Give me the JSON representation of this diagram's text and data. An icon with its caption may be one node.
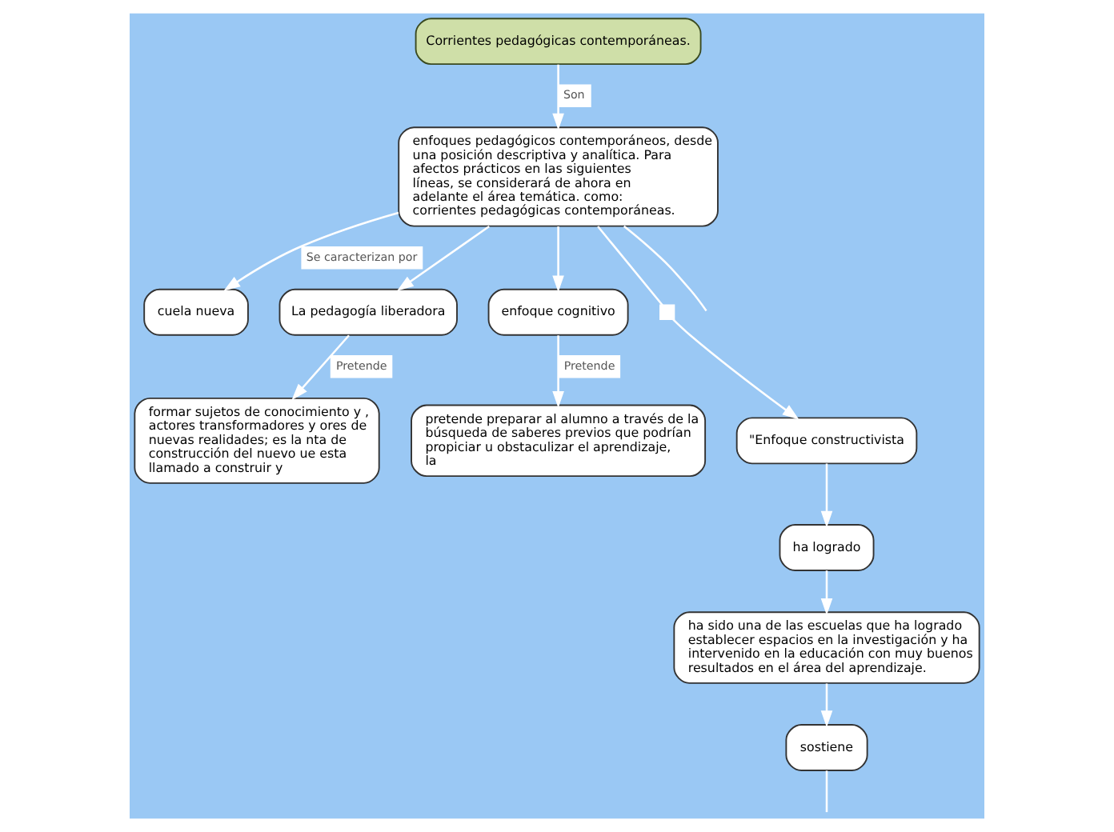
{
  "diagram": {
    "nodes": [
      {
        "text": [
          "Corrientes pedagógicas contemporáneas."
        ]
      },
      {
        "text": [
          "enfoques pedagógicos contemporáneos, desde una posición descriptiva y analítica. Para afectos prácticos en las siguientes líneas, se considerará de ahora en adelante el área temática. como: corrientes pedagógicas contemporáneas."
        ]
      },
      {
        "text": [
          "cuela nueva"
        ]
      },
      {
        "text": [
          "La pedagogía liberadora"
        ]
      },
      {
        "text": [
          "formar sujetos de conocimiento y , actores transformadores y ores de nuevas realidades; es la nta de construcción del nuevo ue esta llamado a construir y"
        ]
      },
      {
        "text": [
          "enfoque cognitivo"
        ]
      },
      {
        "text": [
          "pretende preparar al alumno a través de la búsqueda de saberes previos que podrían propiciar u obstaculizar el aprendizaje, la"
        ]
      },
      {
        "text": [],
        "shape": "box"
      },
      {
        "text": [
          "\"Enfoque constructivista"
        ]
      },
      {
        "text": [
          "ha logrado"
        ]
      },
      {
        "text": [
          "ha sido una de las escuelas que ha logrado establecer espacios en la investigación y ha intervenido en la educación con muy buenos resultados en el área del aprendizaje."
        ]
      },
      {
        "text": [
          "sostiene"
        ]
      }
    ],
    "edges": [
      {
        "from": 0,
        "to": 1,
        "arrow": "to",
        "label": "Son"
      },
      {
        "from": 1,
        "to": 2,
        "arrow": "to",
        "label": "Se caracterizan por"
      },
      {
        "from": 1,
        "to": 3,
        "arrow": "to"
      },
      {
        "from": 3,
        "to": 4,
        "arrow": "to",
        "label": "Pretende"
      },
      {
        "from": 1,
        "to": 5,
        "arrow": "to"
      },
      {
        "from": 5,
        "to": 6,
        "arrow": "to",
        "label": "Pretende"
      },
      {
        "from": 1,
        "to": 7,
        "arrow": "none"
      },
      {
        "from": 7,
        "to": 8,
        "arrow": "to"
      },
      {
        "from": 1,
        "to": null,
        "arrow": "none"
      },
      {
        "from": 8,
        "to": 9,
        "arrow": "to"
      },
      {
        "from": 9,
        "to": 10,
        "arrow": "to"
      },
      {
        "from": 10,
        "to": 11,
        "arrow": "to"
      },
      {
        "from": 11,
        "to": null,
        "arrow": "none"
      }
    ]
  }
}
